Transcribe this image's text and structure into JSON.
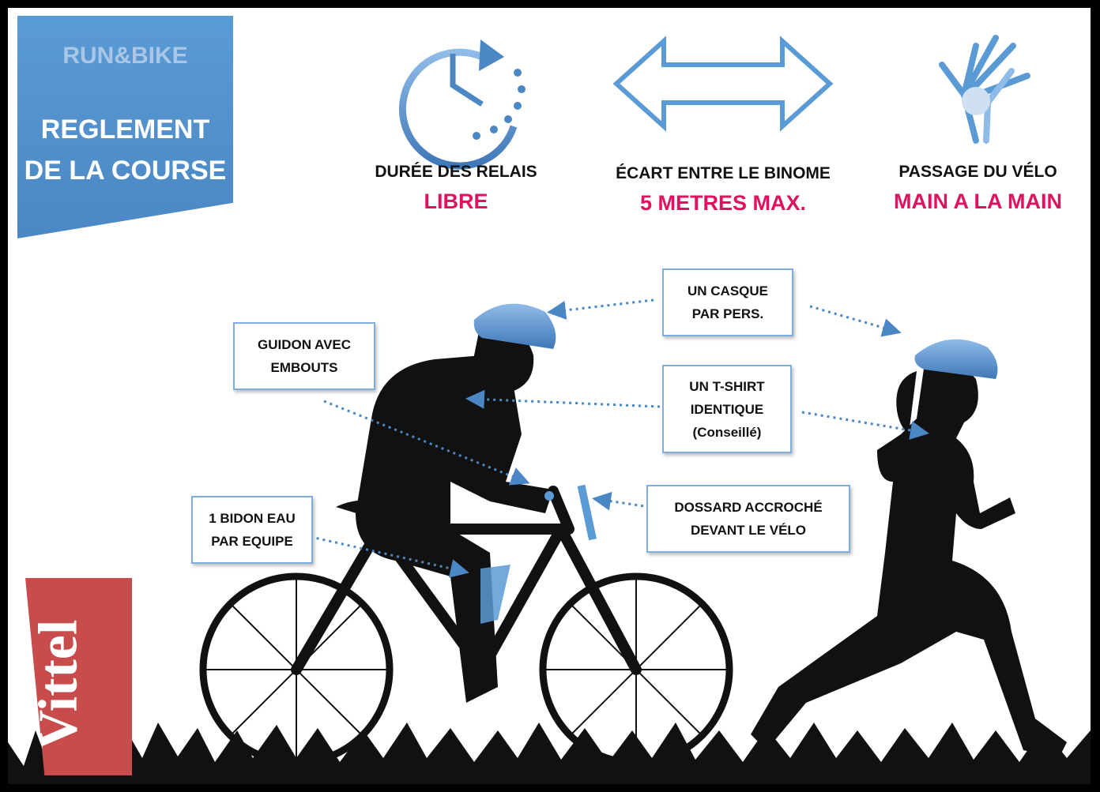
{
  "banner": {
    "top": "RUN&BIKE",
    "line1": "REGLEMENT",
    "line2": "DE LA COURSE"
  },
  "rules": [
    {
      "label": "DURÉE DES RELAIS",
      "value": "LIBRE",
      "icon": "clock-arrow-icon"
    },
    {
      "label": "ÉCART ENTRE LE BINOME",
      "value": "5 METRES MAX.",
      "icon": "double-arrow-icon"
    },
    {
      "label": "PASSAGE DU VÉLO",
      "value": "MAIN A LA MAIN",
      "icon": "hands-icon"
    }
  ],
  "callouts": {
    "helmet": "UN CASQUE\nPAR PERS.",
    "handlebar": "GUIDON AVEC\nEMBOUTS",
    "tshirt": "UN T-SHIRT\nIDENTIQUE\n(Conseillé)",
    "bib": "DOSSARD ACCROCHÉ\nDEVANT LE VÉLO",
    "bottle": "1 BIDON EAU\nPAR EQUIPE"
  },
  "brand": {
    "name": "Vittel",
    "color": "#c84c4c"
  },
  "colors": {
    "accent": "#e0115f",
    "blue": "#5b9bd5",
    "frame": "#000000"
  }
}
